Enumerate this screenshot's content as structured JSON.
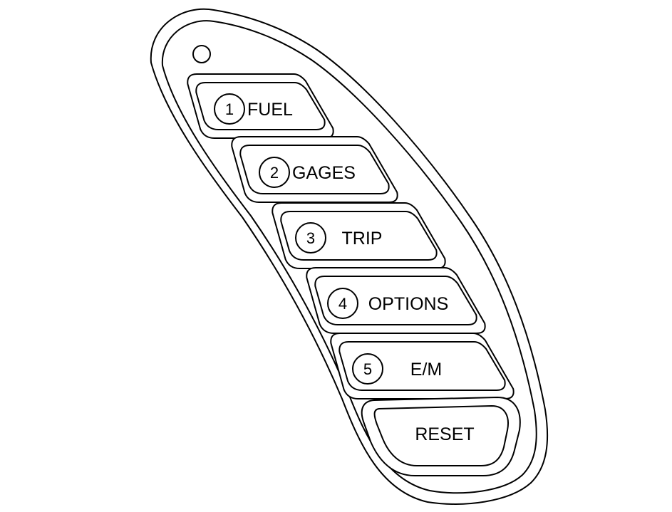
{
  "buttons": [
    {
      "id": "fuel",
      "number": "1",
      "label": "FUEL"
    },
    {
      "id": "gages",
      "number": "2",
      "label": "GAGES"
    },
    {
      "id": "trip",
      "number": "3",
      "label": "TRIP"
    },
    {
      "id": "options",
      "number": "4",
      "label": "OPTIONS"
    },
    {
      "id": "em",
      "number": "5",
      "label": "E/M"
    }
  ],
  "reset": {
    "label": "RESET"
  },
  "colors": {
    "line": "#000000",
    "background": "#ffffff"
  }
}
